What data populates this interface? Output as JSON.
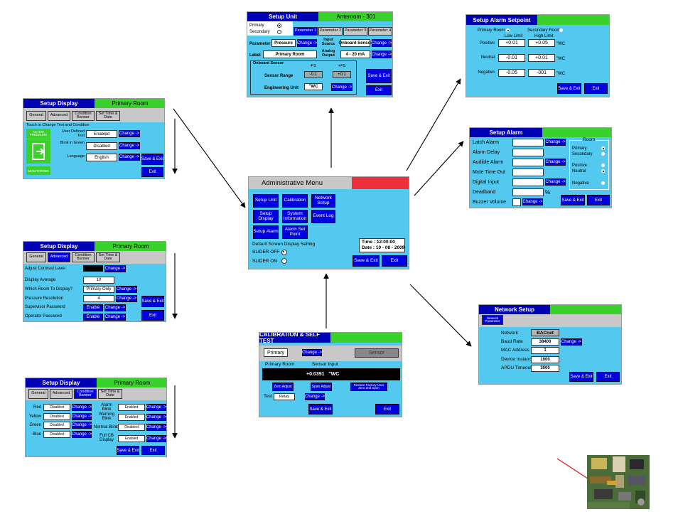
{
  "setup_display_general": {
    "title": "Setup Display",
    "room": "Primary Room",
    "tabs": [
      "General",
      "Advanced",
      "Condition Banner",
      "Set Time & Date"
    ],
    "touch_text": "Touch to Change Text and Condition",
    "active_label": "ACTIVE PRESSURE",
    "monitoring_label": "MONITORING",
    "rows": [
      {
        "label": "User Defined Text",
        "value": "Enabled"
      },
      {
        "label": "Blink in Green",
        "value": "Disabled"
      },
      {
        "label": "Language",
        "value": "English"
      }
    ],
    "change": "Change ->",
    "save_exit": "Save & Exit",
    "exit": "Exit"
  },
  "setup_display_advanced": {
    "title": "Setup Display",
    "room": "Primary Room",
    "tabs": [
      "General",
      "Advanced",
      "Condition Banner",
      "Set Time & Date"
    ],
    "rows": [
      {
        "label": "Adjust Contrast Level",
        "value": ""
      },
      {
        "label": "Display Average",
        "value": "10"
      },
      {
        "label": "Which Room To Display?",
        "value": "Primary Only"
      },
      {
        "label": "Pressure Resolution",
        "value": "4"
      },
      {
        "label": "Supervisor Password",
        "value": "Enable"
      },
      {
        "label": "Operator Password",
        "value": "Enable"
      }
    ],
    "change": "Change ->",
    "save_exit": "Save & Exit",
    "exit": "Exit"
  },
  "setup_display_banner": {
    "title": "Setup Display",
    "room": "Primary Room",
    "tabs": [
      "General",
      "Advanced",
      "Condition Banner",
      "Set Time & Date"
    ],
    "left_rows": [
      {
        "label": "Red",
        "value": "Disabled"
      },
      {
        "label": "Yellow",
        "value": "Disabled"
      },
      {
        "label": "Green",
        "value": "Disabled"
      },
      {
        "label": "Blue",
        "value": "Disabled"
      }
    ],
    "right_rows": [
      {
        "label": "Alarm Blink",
        "value": "Enabled"
      },
      {
        "label": "Warning Blink",
        "value": "Enabled"
      },
      {
        "label": "Normal Blink",
        "value": "Disabled"
      },
      {
        "label": "Full CB Display",
        "value": "Enabled"
      }
    ],
    "change": "Change ->",
    "save_exit": "Save & Exit",
    "exit": "Exit"
  },
  "setup_unit": {
    "title": "Setup Unit",
    "room": "Anteroom - 301",
    "primary": "Primary",
    "secondary": "Secondary",
    "tabs": [
      "Parameter 1",
      "Parameter 2",
      "Parameter 3",
      "Parameter 4"
    ],
    "parameter_label": "Parameter",
    "parameter_value": "Pressure",
    "input_source_label": "Input Source",
    "input_source_value": "Onboard Sensor",
    "label_label": "Label",
    "label_value": "Primary Room",
    "analog_output_label": "Analog Output",
    "analog_output_value": "4 - 20 mA",
    "onboard_sensor": "Onboard Sensor",
    "minus_fs": "-FS",
    "plus_fs": "+FS",
    "sensor_range": "Sensor Range",
    "range_low": "-0.1",
    "range_high": "+0.1",
    "engineering_unit": "Engineering Unit",
    "unit_value": "\"WC",
    "change": "Change ->",
    "save_exit": "Save & Exit",
    "exit": "Exit"
  },
  "admin_menu": {
    "title": "Administrative Menu",
    "buttons": [
      "Setup Unit",
      "Calibration",
      "Network Setup",
      "Setup Display",
      "System Information",
      "Event Log",
      "Setup Alarm",
      "Alarm Set Point"
    ],
    "default_screen": "Default Screen Display Setting",
    "slider_off": "SLIDER OFF",
    "slider_on": "SLIDER ON",
    "time": "Time : 12:00:00",
    "date": "Date : 10 - 08 - 2009",
    "save_exit": "Save & Exit",
    "exit": "Exit"
  },
  "calibration": {
    "title": "CALIBRATION & SELF TEST",
    "room_value": "Primary",
    "change": "Change ->",
    "sensor": "Sensor",
    "primary_room": "Primary Room",
    "sensor_input": "Sensor Input",
    "reading": "+0.0391   \"WC",
    "zero_adjust": "Zero Adjust",
    "span_adjust": "Span Adjust",
    "restore_factory": "Restore Factory User Zero and Span",
    "test_label": "Test",
    "test_value": "Relay",
    "save_exit": "Save & Exit",
    "exit": "Exit"
  },
  "alarm_setpoint": {
    "title": "Setup Alarm Setpoint",
    "primary_room": "Primary Room",
    "secondary_room": "Secondary Room",
    "low_limit": "Low Limit",
    "high_limit": "High Limit",
    "rows": [
      {
        "label": "Positive",
        "low": "+0.01",
        "high": "+0.05",
        "unit": "\"WC"
      },
      {
        "label": "Neutral",
        "low": "-0.01",
        "high": "+0.01",
        "unit": "\"WC"
      },
      {
        "label": "Negative",
        "low": "-0.05",
        "high": "-001",
        "unit": "\"WC"
      }
    ],
    "save_exit": "Save & Exit",
    "exit": "Exit"
  },
  "setup_alarm": {
    "title": "Setup Alarm",
    "rows": [
      "Latch Alarm",
      "Alarm Delay",
      "Audible Alarm",
      "Mute Time Out",
      "Digital Input",
      "Deadband",
      "Buzzer Volume"
    ],
    "percent": "%",
    "room": "Room",
    "primary": "Primary",
    "secondary": "Secondary",
    "positive": "Positive",
    "neutral": "Neutral",
    "negative": "Negative",
    "change": "Change ->",
    "save_exit": "Save & Exit",
    "exit": "Exit"
  },
  "network_setup": {
    "title": "Network Setup",
    "tab": "Network Parameter",
    "rows": [
      {
        "label": "Network",
        "value": "BACnet"
      },
      {
        "label": "Baud Rate",
        "value": "38400"
      },
      {
        "label": "MAC Address",
        "value": "1"
      },
      {
        "label": "Device Instance",
        "value": "1000"
      },
      {
        "label": "APDU Timeout",
        "value": "3000"
      }
    ],
    "change": "Change ->",
    "save_exit": "Save & Exit",
    "exit": "Exit"
  },
  "colors": {
    "screen_bg": "#53c9ef",
    "header_blue": "#0000b4",
    "header_green": "#3ad12c",
    "button_blue": "#0000e0",
    "title_red": "#ee2f3d",
    "arrow_red": "#e01010"
  }
}
